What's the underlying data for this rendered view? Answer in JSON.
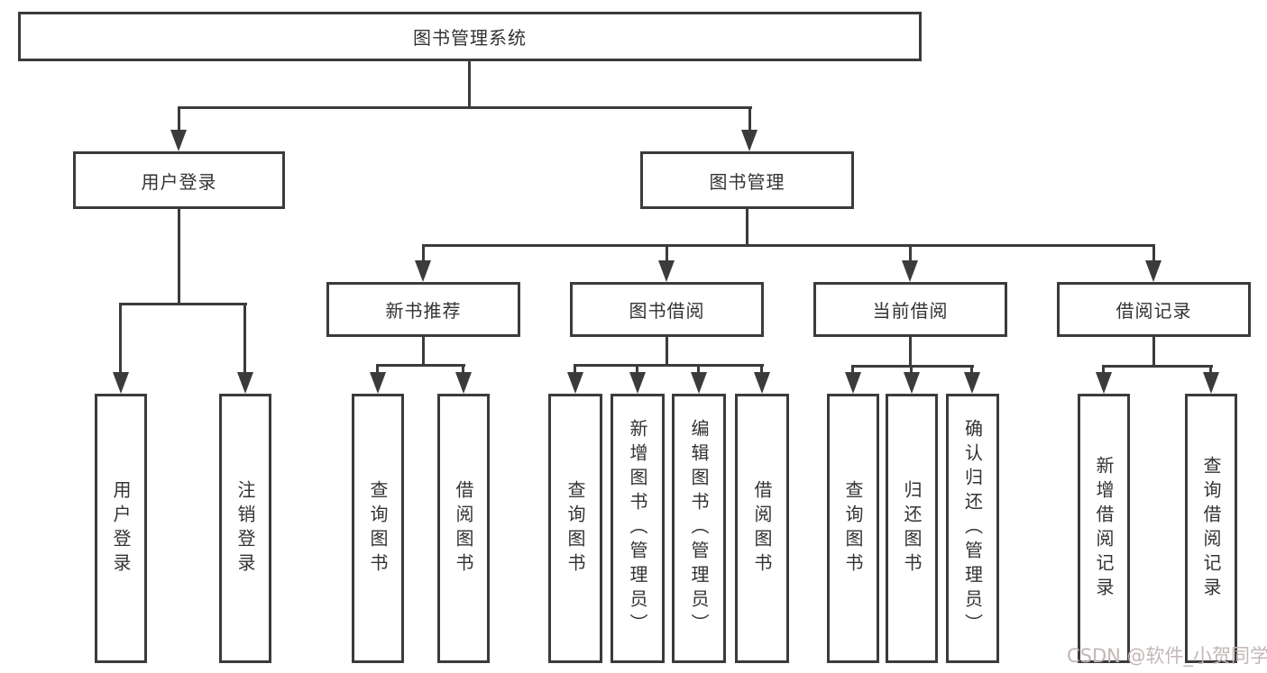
{
  "diagram_title": "图书管理系统",
  "tree": {
    "root": {
      "label": "图书管理系统"
    },
    "branches": [
      {
        "label": "用户登录",
        "children": [
          {
            "label": "用户登录"
          },
          {
            "label": "注销登录"
          }
        ]
      },
      {
        "label": "图书管理",
        "children": [
          {
            "label": "新书推荐",
            "children": [
              {
                "label": "查询图书"
              },
              {
                "label": "借阅图书"
              }
            ]
          },
          {
            "label": "图书借阅",
            "children": [
              {
                "label": "查询图书"
              },
              {
                "label": "新增图书（管理员）"
              },
              {
                "label": "编辑图书（管理员）"
              },
              {
                "label": "借阅图书"
              }
            ]
          },
          {
            "label": "当前借阅",
            "children": [
              {
                "label": "查询图书"
              },
              {
                "label": "归还图书"
              },
              {
                "label": "确认归还（管理员）"
              }
            ]
          },
          {
            "label": "借阅记录",
            "children": [
              {
                "label": "新增借阅记录"
              },
              {
                "label": "查询借阅记录"
              }
            ]
          }
        ]
      }
    ]
  },
  "watermark": {
    "text": "CSDN @软件_小贺同学"
  },
  "colors": {
    "line": "#3b3b3b",
    "text": "#333333",
    "box_background": "#ffffff",
    "watermark": "#c3b6b6",
    "background": "#ffffff"
  }
}
